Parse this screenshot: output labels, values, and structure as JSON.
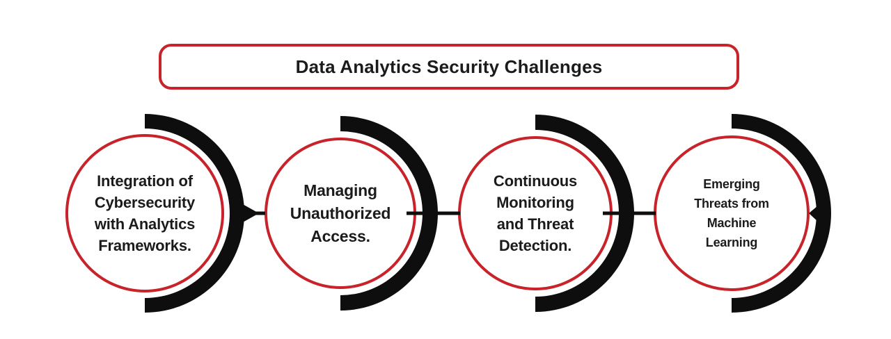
{
  "title": {
    "label": "Data Analytics Security Challenges"
  },
  "colors": {
    "accent_red": "#c8232b",
    "ink_black": "#0e0e0e",
    "text": "#1b1b1b",
    "background": "#ffffff"
  },
  "nodes": [
    {
      "lines": [
        "Integration of",
        "Cybersecurity",
        "with Analytics",
        "Frameworks."
      ]
    },
    {
      "lines": [
        "Managing",
        "Unauthorized",
        "Access."
      ]
    },
    {
      "lines": [
        "Continuous",
        "Monitoring",
        "and Threat",
        "Detection."
      ]
    },
    {
      "lines": [
        "Emerging",
        "Threats from",
        "Machine",
        "Learning"
      ]
    }
  ]
}
